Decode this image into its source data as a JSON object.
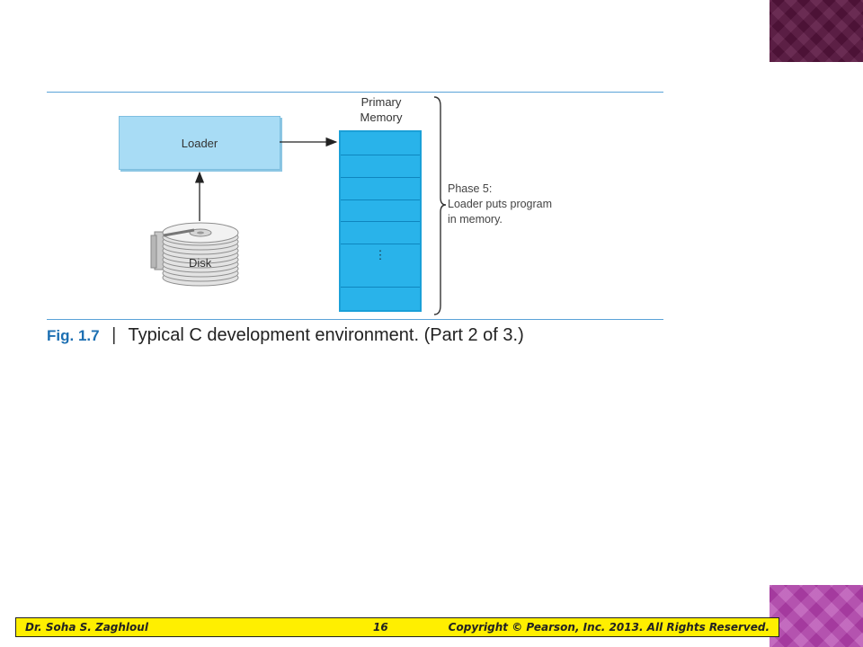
{
  "figure": {
    "loader_label": "Loader",
    "memory_label_line1": "Primary",
    "memory_label_line2": "Memory",
    "memory_dots": "⋮",
    "phase_line1": "Phase 5:",
    "phase_line2": "Loader puts program",
    "phase_line3": "in memory.",
    "disk_label": "Disk"
  },
  "caption": {
    "fig_number": "Fig. 1.7",
    "separator": "|",
    "text": "Typical C development environment. (Part 2 of 3.)"
  },
  "footer": {
    "author": "Dr. Soha S. Zaghloul",
    "page": "16",
    "copyright": "Copyright © Pearson, Inc. 2013. All Rights Reserved."
  },
  "colors": {
    "accent_blue": "#29b3ea",
    "loader_fill": "#a8dcf5",
    "footer_bg": "#ffef00",
    "deco_dark": "#5a1540",
    "deco_light": "#b548b0"
  }
}
